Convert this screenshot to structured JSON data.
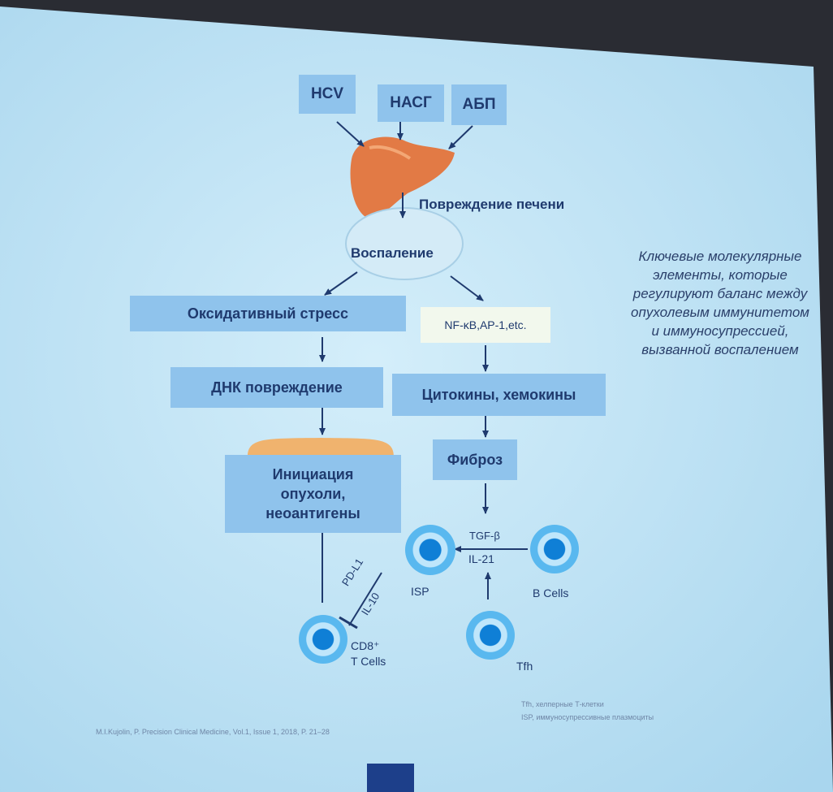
{
  "diagram": {
    "causes": [
      "HCV",
      "НАСГ",
      "АБП"
    ],
    "liver_injury": "Повреждение печени",
    "inflammation": "Воспаление",
    "oxidative_stress": "Оксидативный стресс",
    "transcription_factors": "NF-κB,AP-1,etc.",
    "dna_damage": "ДНК повреждение",
    "cytokines": "Цитокины, хемокины",
    "tumor_initiation": [
      "Инициация",
      "опухоли,",
      "неоантигены"
    ],
    "fibrosis": "Фиброз",
    "tgf": "TGF-β",
    "il21": "IL-21",
    "pdl1": "PD-L1",
    "il10": "IL-10",
    "isp": "ISP",
    "b_cells": "B Cells",
    "cd8": [
      "CD8⁺",
      "T Cells"
    ],
    "tfh": "Tfh"
  },
  "side_note": [
    "Ключевые молекулярные",
    "элементы, которые",
    "регулируют баланс между",
    "опухолевым иммунитетом",
    "и иммуносупрессией,",
    "вызванной воспалением"
  ],
  "footnote": [
    "Tfh, хелперные Т-клетки",
    "ISP, иммуносупрессивные плазмоциты"
  ],
  "citation": "M.I.Kujolin, P. Precision Clinical Medicine, Vol.1, Issue 1, 2018, P. 21–28",
  "colors": {
    "screen": "#bfe2f3",
    "box": "#8fc3ec",
    "text": "#1f3a6e",
    "liver": "#e27a45",
    "cell_core": "#0f7fd6"
  }
}
